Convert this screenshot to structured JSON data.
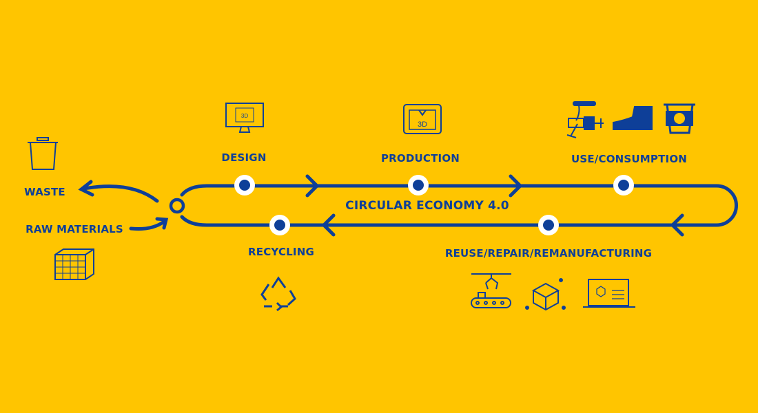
{
  "title": "CIRCULAR ECONOMY 4.0",
  "stages": {
    "design": "DESIGN",
    "production": "PRODUCTION",
    "use": "USE/CONSUMPTION",
    "reuse": "REUSE/REPAIR/REMANUFACTURING",
    "recycling": "RECYCLING"
  },
  "inputs": {
    "waste": "WASTE",
    "raw_materials": "RAW MATERIALS"
  },
  "icon_labels": {
    "printer": "3D",
    "monitor": "3D"
  },
  "colors": {
    "background": "#FFC500",
    "accent": "#0E3F98",
    "node_ring": "#FFFFFF"
  }
}
